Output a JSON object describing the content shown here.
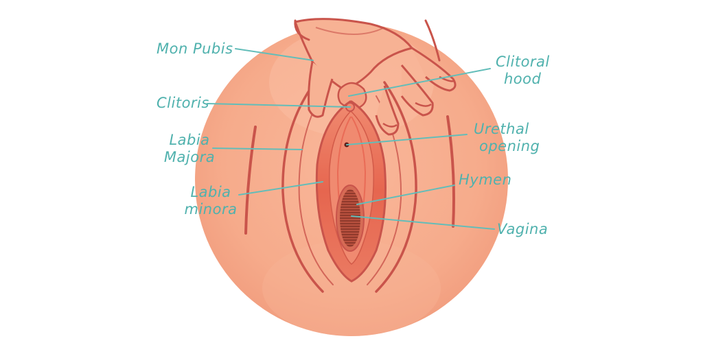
{
  "colors": {
    "label": "#4fb1ad",
    "leader": "#62bdb9",
    "skin": "#f6ad8e",
    "skin_light": "#fac8b0",
    "outline": "#c9544b",
    "inner": "#e9735f",
    "inner_deep": "#e05a4a",
    "opening": "#c75a45",
    "hatch": "#7a2d22"
  },
  "labels": {
    "mon_pubis": "Mon Pubis",
    "clitoral_hood": {
      "line1": "Clitoral",
      "line2": "hood"
    },
    "clitoris": "Clitoris",
    "urethral_opening": {
      "line1": "Urethal",
      "line2": "opening"
    },
    "labia_majora": {
      "line1": "Labia",
      "line2": "Majora"
    },
    "hymen": "Hymen",
    "labia_minora": {
      "line1": "Labia",
      "line2": "minora"
    },
    "vagina": "Vagina"
  }
}
